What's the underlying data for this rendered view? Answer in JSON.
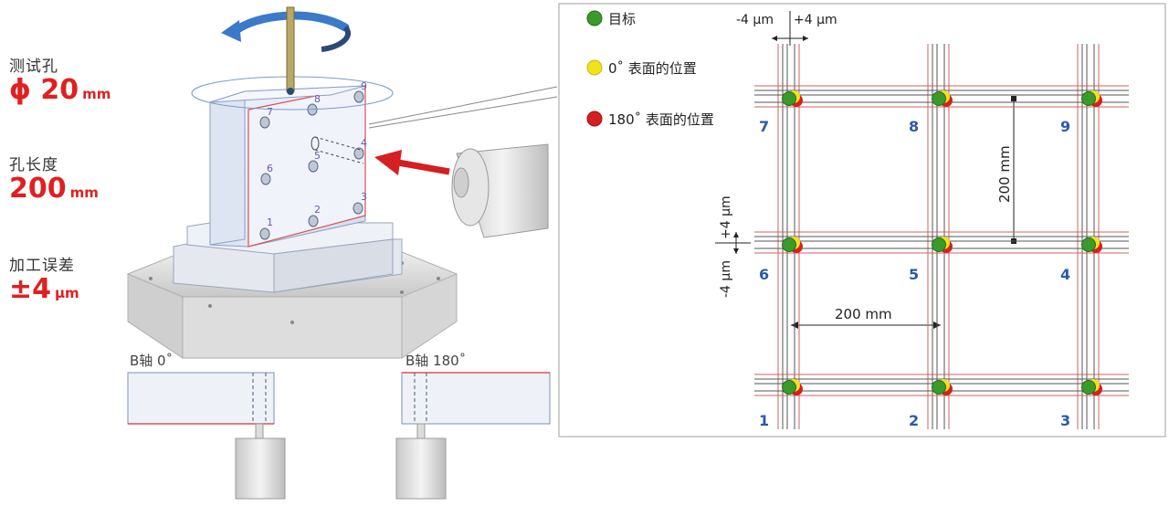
{
  "specs": [
    {
      "label": "测试孔",
      "value": "ϕ 20",
      "unit": "mm"
    },
    {
      "label": "孔长度",
      "value": "200",
      "unit": "mm"
    },
    {
      "label": "加工误差",
      "value": "±4",
      "unit": "μm"
    }
  ],
  "machine": {
    "hole_numbers": [
      "1",
      "2",
      "3",
      "4",
      "5",
      "6",
      "7",
      "8",
      "9"
    ],
    "b_axis_0": "B轴 0˚",
    "b_axis_180": "B轴 180˚"
  },
  "legend": {
    "target": "目标",
    "surface_0": "0˚ 表面的位置",
    "surface_180": "180˚ 表面的位置"
  },
  "grid": {
    "dim_minus": "-4 μm",
    "dim_plus": "+4 μm",
    "dim_minus_v": "-4 μm",
    "dim_plus_v": "+4 μm",
    "spacing_h": "200 mm",
    "spacing_v": "200 mm",
    "points": [
      "7",
      "8",
      "9",
      "6",
      "5",
      "4",
      "1",
      "2",
      "3"
    ]
  },
  "colors": {
    "target": "#3a9a2a",
    "surface_0": "#f2e21a",
    "surface_180": "#d42020",
    "label_blue": "#2a5aa8",
    "spec_red": "#e02020"
  }
}
